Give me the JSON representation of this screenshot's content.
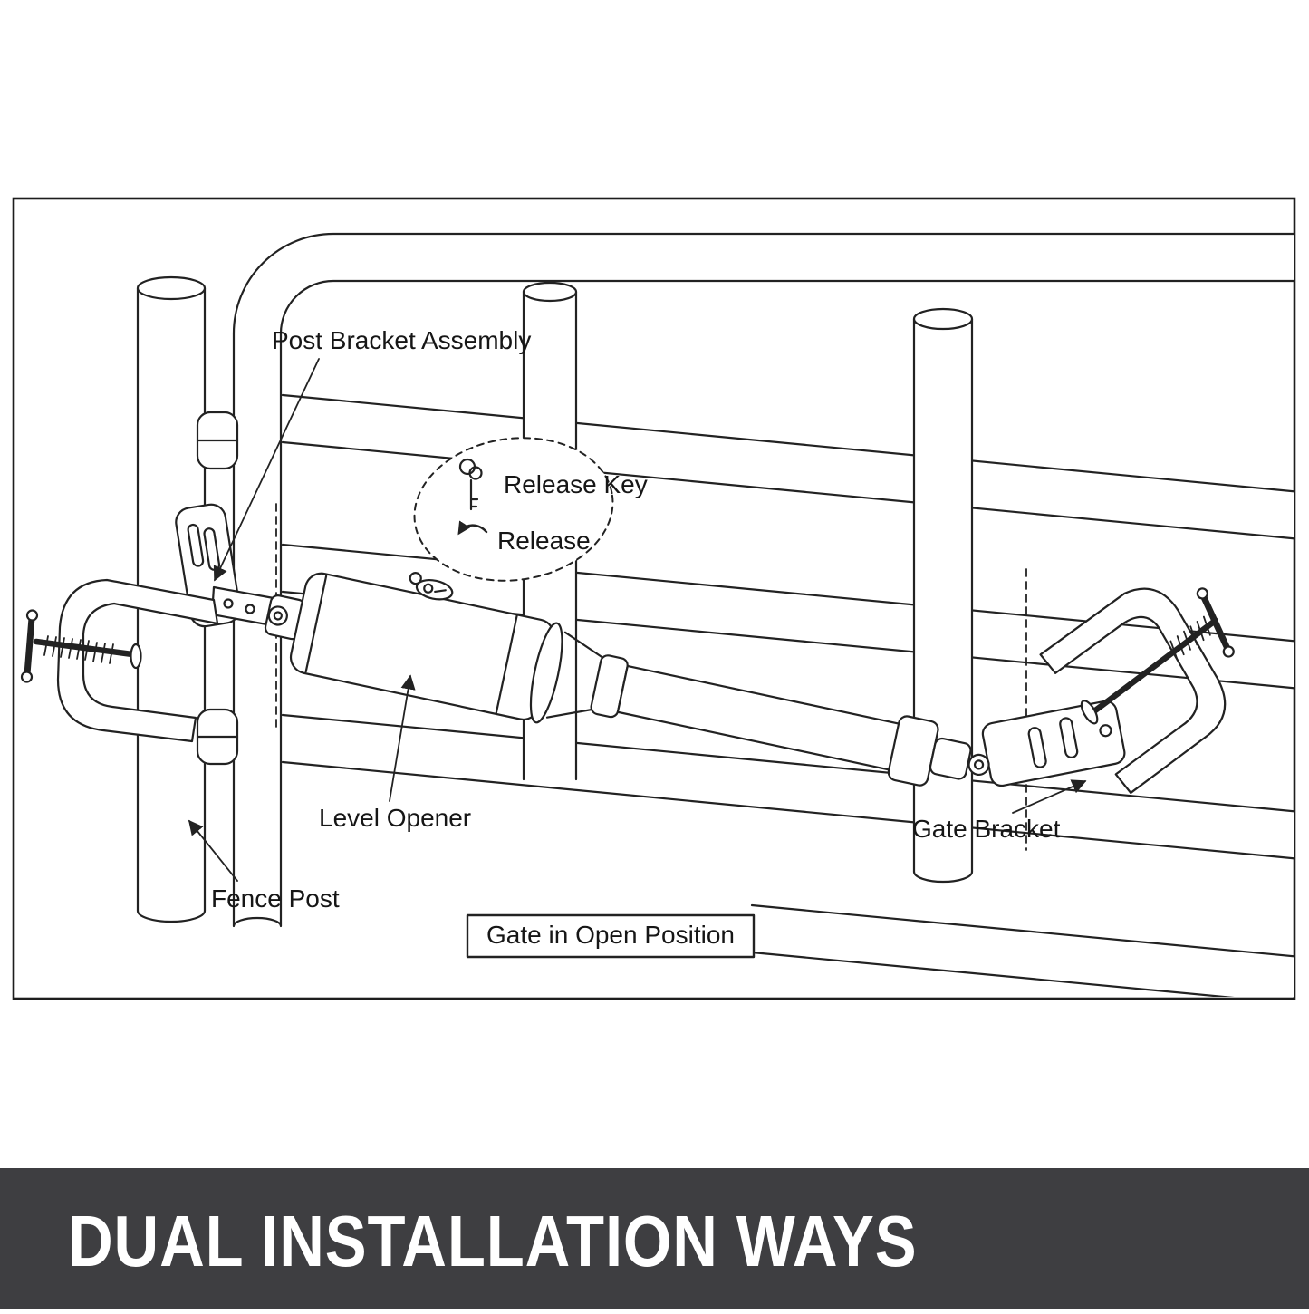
{
  "diagram": {
    "labels": {
      "post_bracket_assembly": "Post Bracket Assembly",
      "release_key": "Release Key",
      "release": "Release",
      "level_opener": "Level Opener",
      "fence_post": "Fence Post",
      "gate_bracket": "Gate Bracket",
      "gate_position": "Gate in Open Position"
    },
    "icons": {
      "release_key_icon": "key-icon",
      "release_icon": "curved-undo-arrow-icon",
      "left_clamp": "c-clamp",
      "right_clamp": "c-clamp"
    }
  },
  "banner": {
    "title": "DUAL INSTALLATION WAYS"
  },
  "colors": {
    "background": "#FFFFFF",
    "line": "#1F1F1F",
    "banner_bg": "#3E3E41",
    "banner_text": "#FFFFFF"
  }
}
